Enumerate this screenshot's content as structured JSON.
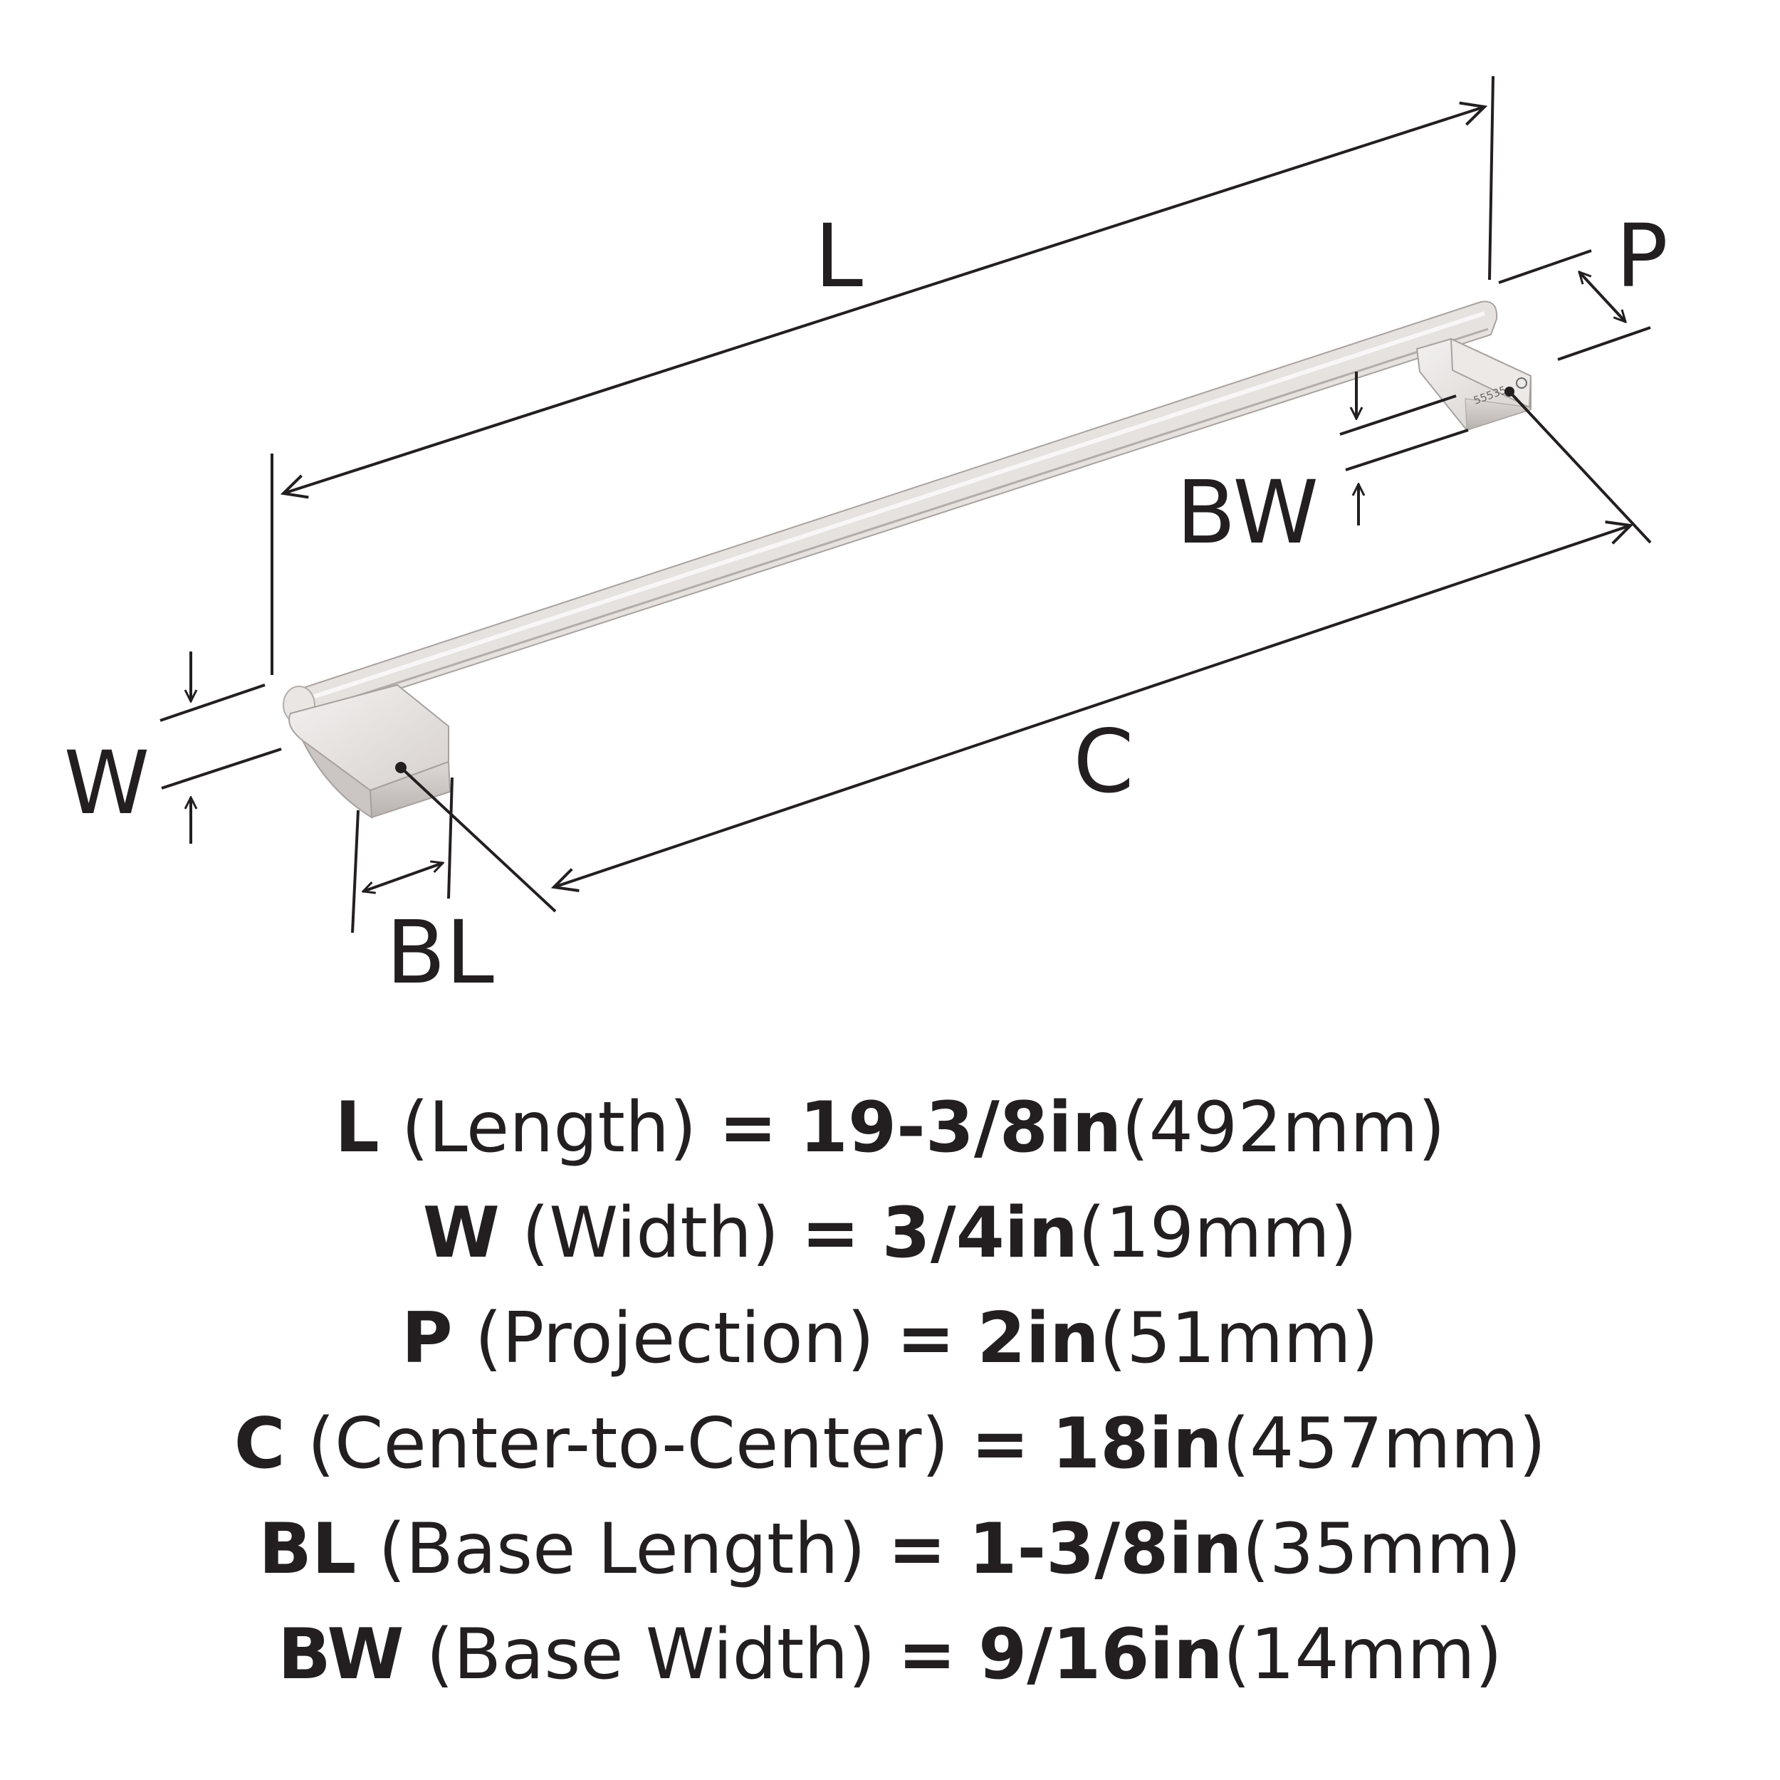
{
  "diagram": {
    "labels": {
      "L": "L",
      "W": "W",
      "P": "P",
      "C": "C",
      "BL": "BL",
      "BW": "BW"
    },
    "part_stamp": "55535",
    "colors": {
      "ink": "#231f20",
      "metal_light": "#ebe8e6",
      "metal_mid": "#cfcac7",
      "metal_dark": "#9e9996"
    }
  },
  "specs": [
    {
      "code": "L",
      "name": "(Length)",
      "eq": "=",
      "inch": "19-3/8in",
      "mm": "(492mm)"
    },
    {
      "code": "W",
      "name": "(Width)",
      "eq": "=",
      "inch": "3/4in",
      "mm": "(19mm)"
    },
    {
      "code": "P",
      "name": "(Projection)",
      "eq": "=",
      "inch": "2in",
      "mm": "(51mm)"
    },
    {
      "code": "C",
      "name": "(Center-to-Center)",
      "eq": "=",
      "inch": "18in",
      "mm": "(457mm)"
    },
    {
      "code": "BL",
      "name": "(Base Length)",
      "eq": "=",
      "inch": "1-3/8in",
      "mm": "(35mm)"
    },
    {
      "code": "BW",
      "name": "(Base Width)",
      "eq": "=",
      "inch": "9/16in",
      "mm": "(14mm)"
    }
  ]
}
